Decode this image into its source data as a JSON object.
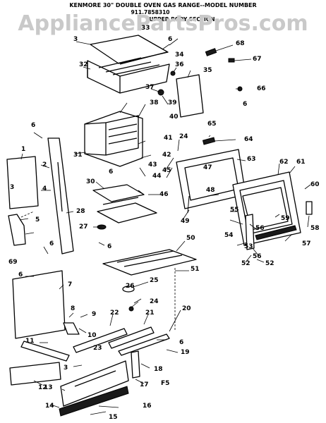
{
  "header": {
    "title": "KENMORE 30\" DOUBLE OVEN GAS RANGE--MODEL NUMBER",
    "model": "911.7858310",
    "section": "UPPER BODY SECTION"
  },
  "watermark": "AppliancePartsPros.com",
  "callouts": [
    {
      "id": "c1",
      "text": "1"
    },
    {
      "id": "c2",
      "text": "2"
    },
    {
      "id": "c3a",
      "text": "3"
    },
    {
      "id": "c3b",
      "text": "3"
    },
    {
      "id": "c3c",
      "text": "3"
    },
    {
      "id": "c4",
      "text": "4"
    },
    {
      "id": "c5",
      "text": "5"
    },
    {
      "id": "c6a",
      "text": "6"
    },
    {
      "id": "c6b",
      "text": "6"
    },
    {
      "id": "c6c",
      "text": "6"
    },
    {
      "id": "c6d",
      "text": "6"
    },
    {
      "id": "c6e",
      "text": "6"
    },
    {
      "id": "c6f",
      "text": "6"
    },
    {
      "id": "c6g",
      "text": "6"
    },
    {
      "id": "c6h",
      "text": "6"
    },
    {
      "id": "c7",
      "text": "7"
    },
    {
      "id": "c8",
      "text": "8"
    },
    {
      "id": "c9",
      "text": "9"
    },
    {
      "id": "c10",
      "text": "10"
    },
    {
      "id": "c11",
      "text": "11"
    },
    {
      "id": "c12",
      "text": "12"
    },
    {
      "id": "c13",
      "text": "13"
    },
    {
      "id": "c14",
      "text": "14"
    },
    {
      "id": "c15",
      "text": "15"
    },
    {
      "id": "c16",
      "text": "16"
    },
    {
      "id": "c17",
      "text": "17"
    },
    {
      "id": "c18",
      "text": "18"
    },
    {
      "id": "c19",
      "text": "19"
    },
    {
      "id": "c20",
      "text": "20"
    },
    {
      "id": "c21",
      "text": "21"
    },
    {
      "id": "c22",
      "text": "22"
    },
    {
      "id": "c23",
      "text": "23"
    },
    {
      "id": "c24a",
      "text": "24"
    },
    {
      "id": "c24b",
      "text": "24"
    },
    {
      "id": "c25",
      "text": "25"
    },
    {
      "id": "c26",
      "text": "26"
    },
    {
      "id": "c27",
      "text": "27"
    },
    {
      "id": "c28",
      "text": "28"
    },
    {
      "id": "c30",
      "text": "30"
    },
    {
      "id": "c31",
      "text": "31"
    },
    {
      "id": "c32",
      "text": "32"
    },
    {
      "id": "c33",
      "text": "33"
    },
    {
      "id": "c34",
      "text": "34"
    },
    {
      "id": "c35",
      "text": "35"
    },
    {
      "id": "c36",
      "text": "36"
    },
    {
      "id": "c37",
      "text": "37"
    },
    {
      "id": "c38",
      "text": "38"
    },
    {
      "id": "c39",
      "text": "39"
    },
    {
      "id": "c40",
      "text": "40"
    },
    {
      "id": "c41",
      "text": "41"
    },
    {
      "id": "c42",
      "text": "42"
    },
    {
      "id": "c43",
      "text": "43"
    },
    {
      "id": "c44",
      "text": "44"
    },
    {
      "id": "c45",
      "text": "45"
    },
    {
      "id": "c46",
      "text": "46"
    },
    {
      "id": "c47",
      "text": "47"
    },
    {
      "id": "c48",
      "text": "48"
    },
    {
      "id": "c49",
      "text": "49"
    },
    {
      "id": "c50",
      "text": "50"
    },
    {
      "id": "c51",
      "text": "51"
    },
    {
      "id": "c52a",
      "text": "52"
    },
    {
      "id": "c52b",
      "text": "52"
    },
    {
      "id": "c53",
      "text": "53"
    },
    {
      "id": "c54",
      "text": "54"
    },
    {
      "id": "c55",
      "text": "55"
    },
    {
      "id": "c56a",
      "text": "56"
    },
    {
      "id": "c56b",
      "text": "56"
    },
    {
      "id": "c57",
      "text": "57"
    },
    {
      "id": "c58",
      "text": "58"
    },
    {
      "id": "c59",
      "text": "59"
    },
    {
      "id": "c60",
      "text": "60"
    },
    {
      "id": "c61",
      "text": "61"
    },
    {
      "id": "c62",
      "text": "62"
    },
    {
      "id": "c63",
      "text": "63"
    },
    {
      "id": "c64",
      "text": "64"
    },
    {
      "id": "c65",
      "text": "65"
    },
    {
      "id": "c66",
      "text": "66"
    },
    {
      "id": "c67",
      "text": "67"
    },
    {
      "id": "c68",
      "text": "68"
    },
    {
      "id": "c69",
      "text": "69"
    },
    {
      "id": "cF5",
      "text": "F5"
    }
  ]
}
